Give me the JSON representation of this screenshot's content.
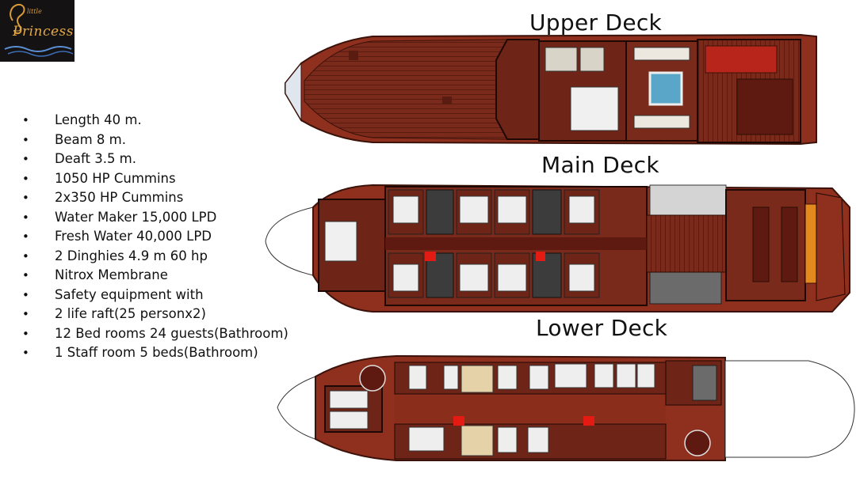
{
  "logo": {
    "small_text": "little",
    "name": "Princess",
    "palette": {
      "background": "#141212",
      "gold": "#e3a94a"
    }
  },
  "decks": {
    "upper": {
      "title": "Upper Deck"
    },
    "main": {
      "title": "Main Deck"
    },
    "lower": {
      "title": "Lower Deck"
    }
  },
  "specs": [
    "Length 40 m.",
    "Beam 8 m.",
    "Deaft 3.5 m.",
    "1050 HP Cummins",
    "2x350 HP Cummins",
    "Water Maker 15,000 LPD",
    "Fresh Water 40,000 LPD",
    "2 Dinghies 4.9 m 60 hp",
    "Nitrox Membrane",
    "Safety equipment with",
    "2 life raft(25 personx2)",
    "12 Bed rooms 24 guests(Bathroom)",
    "1 Staff room 5 beds(Bathroom)"
  ],
  "colors": {
    "hull": "#8f2f1d",
    "floor": "#6e2417",
    "deck_wood": "#7a2a1a",
    "bed": "#f2f2f2",
    "sand": "#e6d2a8",
    "accent_red": "#e31b12"
  }
}
